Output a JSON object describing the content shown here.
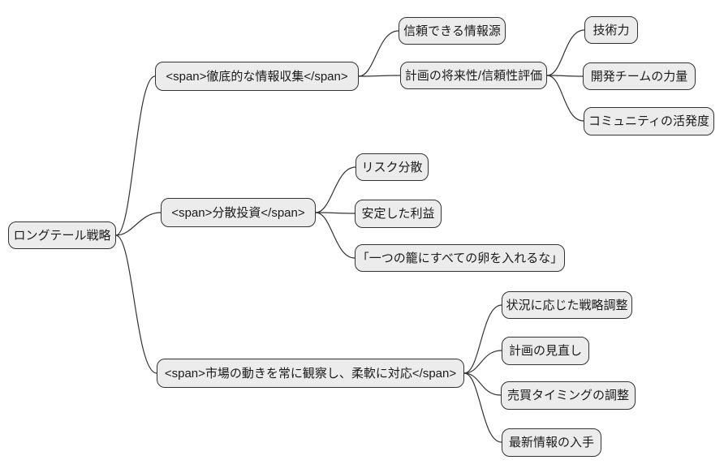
{
  "mindmap": {
    "title": "ロングテール戦略 mind map",
    "colors": {
      "node_fill": "#ececec",
      "node_border": "#333333",
      "edge": "#333333",
      "text": "#1a1a1a",
      "background": "#ffffff"
    },
    "root": {
      "label": "ロングテール戦略"
    },
    "branches": [
      {
        "label": "<span>徹底的な情報収集</span>",
        "children": [
          {
            "label": "信頼できる情報源"
          },
          {
            "label": "計画の将来性/信頼性評価",
            "children": [
              {
                "label": "技術力"
              },
              {
                "label": "開発チームの力量"
              },
              {
                "label": "コミュニティの活発度"
              }
            ]
          }
        ]
      },
      {
        "label": "<span>分散投資</span>",
        "children": [
          {
            "label": "リスク分散"
          },
          {
            "label": "安定した利益"
          },
          {
            "label": "「一つの籠にすべての卵を入れるな」"
          }
        ]
      },
      {
        "label": "<span>市場の動きを常に観察し、柔軟に対応</span>",
        "children": [
          {
            "label": "状況に応じた戦略調整"
          },
          {
            "label": "計画の見直し"
          },
          {
            "label": "売買タイミングの調整"
          },
          {
            "label": "最新情報の入手"
          }
        ]
      }
    ]
  }
}
